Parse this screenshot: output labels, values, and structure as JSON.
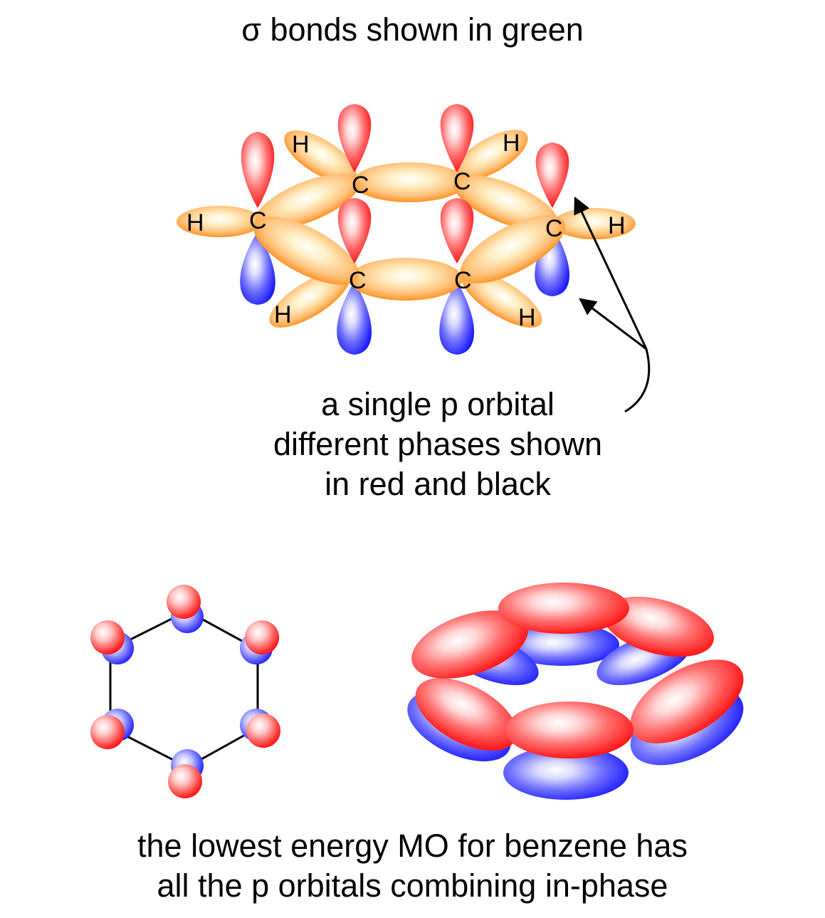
{
  "title": "σ bonds shown in green",
  "annotation": {
    "lines": [
      "a single p orbital",
      "different phases shown",
      "in red and black"
    ]
  },
  "atom_labels": {
    "carbon": "C",
    "hydrogen": "H"
  },
  "footer": {
    "lines": [
      "the lowest energy MO for benzene has",
      "all the p orbitals combining in-phase"
    ]
  },
  "colors": {
    "sigma_orbital": "#ff8c1a",
    "phase_positive": "#ff2020",
    "phase_negative": "#1f1fff",
    "bond_line": "#000000"
  }
}
